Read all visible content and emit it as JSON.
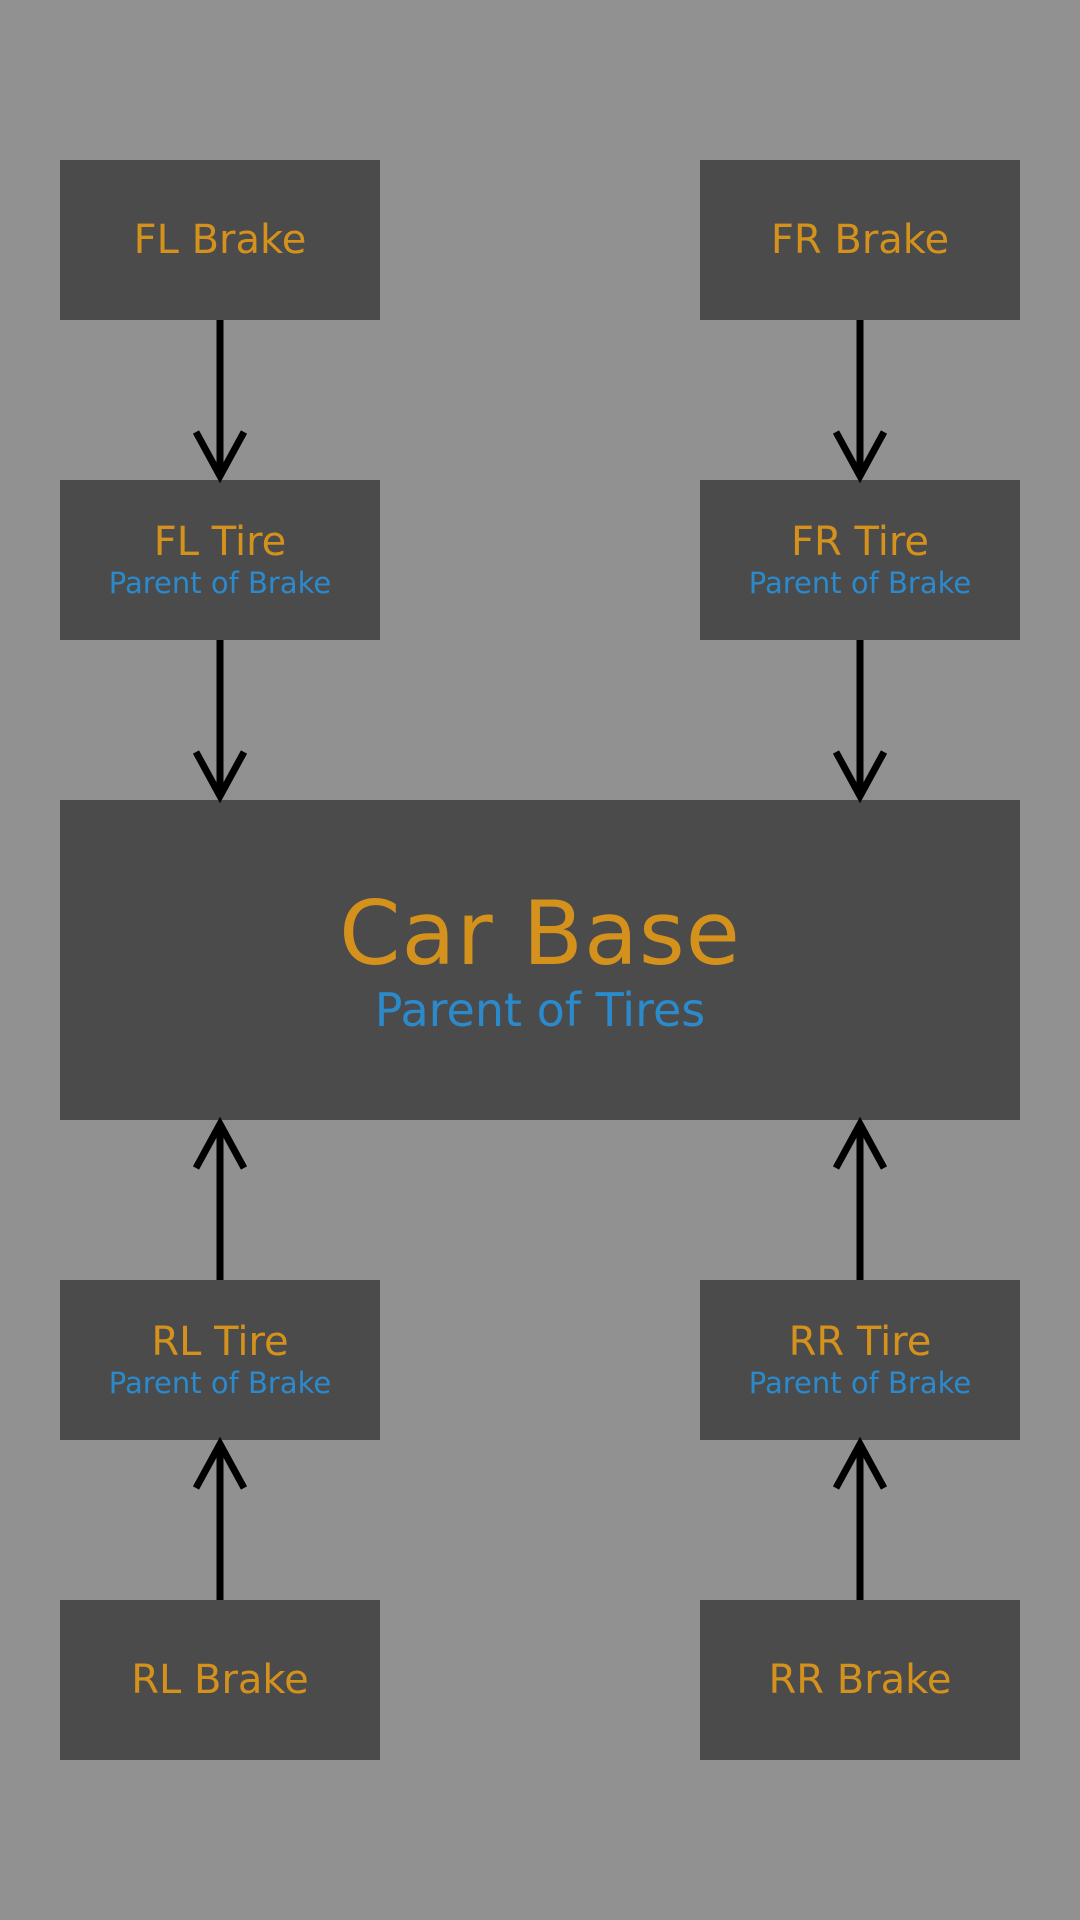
{
  "nodes": {
    "fl_brake": {
      "title": "FL Brake"
    },
    "fr_brake": {
      "title": "FR Brake"
    },
    "fl_tire": {
      "title": "FL Tire",
      "subtitle": "Parent of Brake"
    },
    "fr_tire": {
      "title": "FR Tire",
      "subtitle": "Parent of Brake"
    },
    "car_base": {
      "title": "Car Base",
      "subtitle": "Parent of Tires"
    },
    "rl_tire": {
      "title": "RL Tire",
      "subtitle": "Parent of Brake"
    },
    "rr_tire": {
      "title": "RR Tire",
      "subtitle": "Parent of Brake"
    },
    "rl_brake": {
      "title": "RL Brake"
    },
    "rr_brake": {
      "title": "RR Brake"
    }
  },
  "colors": {
    "background": "#919191",
    "node_fill": "#4b4b4b",
    "title_text": "#d4921c",
    "subtitle_text": "#2b8acc",
    "arrow": "#000000"
  }
}
